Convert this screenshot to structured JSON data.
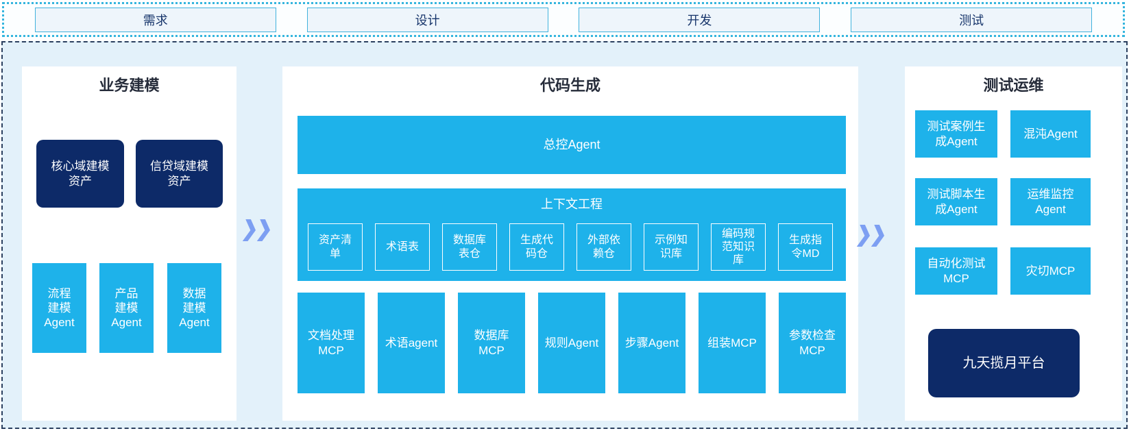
{
  "phases": [
    "需求",
    "设计",
    "开发",
    "测试"
  ],
  "panels": {
    "business": {
      "title": "业务建模",
      "assets": [
        "核心域建模\n资产",
        "信贷域建模\n资产"
      ],
      "agents": [
        "流程\n建模\nAgent",
        "产品\n建模\nAgent",
        "数据\n建模\nAgent"
      ]
    },
    "codegen": {
      "title": "代码生成",
      "master_agent": "总控Agent",
      "context": {
        "title": "上下文工程",
        "items": [
          "资产清\n单",
          "术语表",
          "数据库\n表仓",
          "生成代\n码仓",
          "外部依\n赖仓",
          "示例知\n识库",
          "编码规\n范知识\n库",
          "生成指\n令MD"
        ]
      },
      "workers": [
        "文档处理\nMCP",
        "术语agent",
        "数据库\nMCP",
        "规则Agent",
        "步骤Agent",
        "组装MCP",
        "参数检查\nMCP"
      ]
    },
    "testops": {
      "title": "测试运维",
      "boxes": [
        "测试案例生\n成Agent",
        "混沌Agent",
        "测试脚本生\n成Agent",
        "运维监控\nAgent",
        "自动化测试\nMCP",
        "灾切MCP"
      ],
      "platform": "九天揽月平台"
    }
  },
  "colors": {
    "cyan": "#1eb2ea",
    "navy": "#0d2a68",
    "container_bg": "#e3f1fa",
    "arrow": "#7d9ff2",
    "phase_border": "#41b2dd",
    "phase_bg": "#eef5fb",
    "phase_text": "#17356b",
    "dashed_border": "#2a3f5f",
    "dotted_border": "#35b5de",
    "title_text": "#262c3a"
  }
}
